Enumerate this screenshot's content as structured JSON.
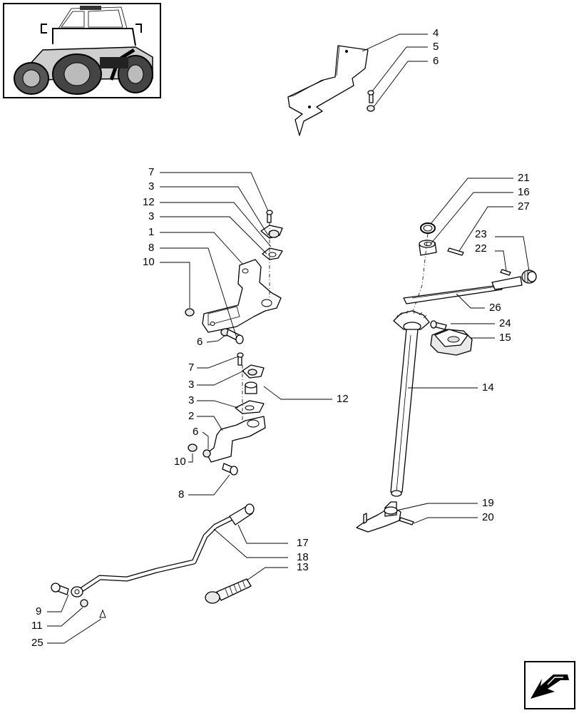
{
  "callouts": {
    "c4": "4",
    "c5": "5",
    "c6a": "6",
    "c7a": "7",
    "c3a": "3",
    "c12a": "12",
    "c3b": "3",
    "c1": "1",
    "c8a": "8",
    "c10a": "10",
    "c6b": "6",
    "c7b": "7",
    "c3c": "3",
    "c12b": "12",
    "c3d": "3",
    "c2": "2",
    "c6c": "6",
    "c10b": "10",
    "c8b": "8",
    "c21": "21",
    "c16": "16",
    "c27": "27",
    "c23": "23",
    "c22": "22",
    "c26": "26",
    "c24": "24",
    "c15": "15",
    "c14": "14",
    "c19": "19",
    "c20": "20",
    "c17": "17",
    "c18": "18",
    "c13": "13",
    "c9": "9",
    "c11": "11",
    "c25": "25"
  },
  "icons": {
    "tractor_thumbnail": "tractor-cab-icon",
    "navigation_arrow": "arrow-left-down-icon"
  }
}
